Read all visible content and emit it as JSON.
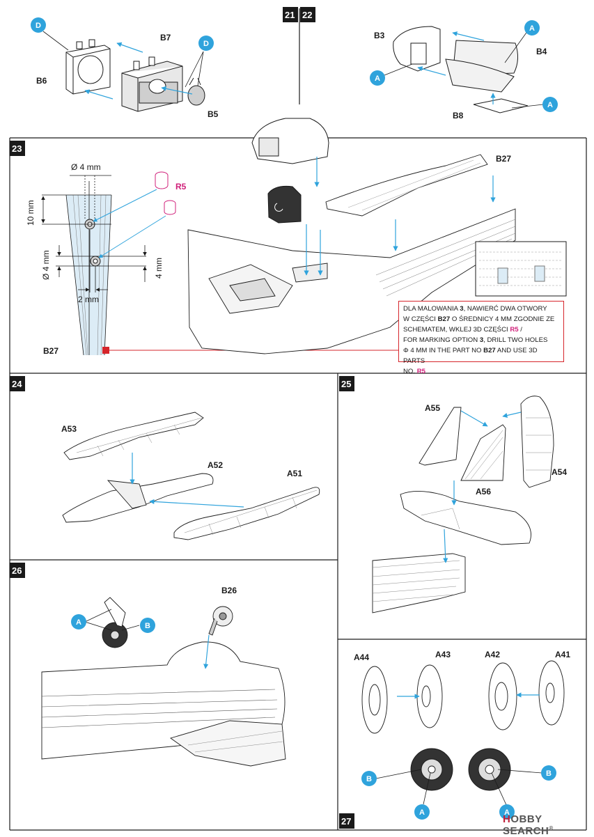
{
  "steps": {
    "s21": "21",
    "s22": "22",
    "s23": "23",
    "s24": "24",
    "s25": "25",
    "s26": "26",
    "s27": "27"
  },
  "parts": {
    "b3": "B3",
    "b4": "B4",
    "b5": "B5",
    "b6": "B6",
    "b7": "B7",
    "b8": "B8",
    "b26": "B26",
    "b27": "B27",
    "b27b": "B27",
    "r5a": "R5",
    "a41": "A41",
    "a42": "A42",
    "a43": "A43",
    "a44": "A44",
    "a51": "A51",
    "a52": "A52",
    "a53": "A53",
    "a54": "A54",
    "a55": "A55",
    "a56": "A56"
  },
  "badges": {
    "a": "A",
    "b": "B",
    "d": "D"
  },
  "dimensions": {
    "d4mm_top": "Ø 4 mm",
    "d10mm": "10 mm",
    "d4mm_side": "Ø 4 mm",
    "d4mm_right": "4 mm",
    "d2mm": "2 mm"
  },
  "note": {
    "pl_1": "DLA MALOWANIA ",
    "pl_opt": "3",
    "pl_2": ", NAWIERĆ DWA OTWORY",
    "pl_3": "W CZĘŚCI ",
    "pl_part": "B27",
    "pl_4": " O ŚREDNICY 4 MM ZGODNIE ZE",
    "pl_5": "SCHEMATEM, WKLEJ 3D CZĘŚCI ",
    "pl_r5": "R5",
    "pl_6": " /",
    "en_1": "FOR MARKING OPTION ",
    "en_opt": "3",
    "en_2": ", DRILL TWO HOLES",
    "en_3": "Φ 4 MM IN THE PART NO ",
    "en_part": "B27",
    "en_4": " AND USE 3D PARTS",
    "en_5": "NO. ",
    "en_r5": "R5"
  },
  "watermark": {
    "logo": "H",
    "text": "OBBY SEARCH",
    "sup": "®"
  },
  "colors": {
    "accent_blue": "#2fa3dc",
    "magenta": "#d0207a",
    "red": "#d6252b",
    "line": "#1a1a1a"
  }
}
